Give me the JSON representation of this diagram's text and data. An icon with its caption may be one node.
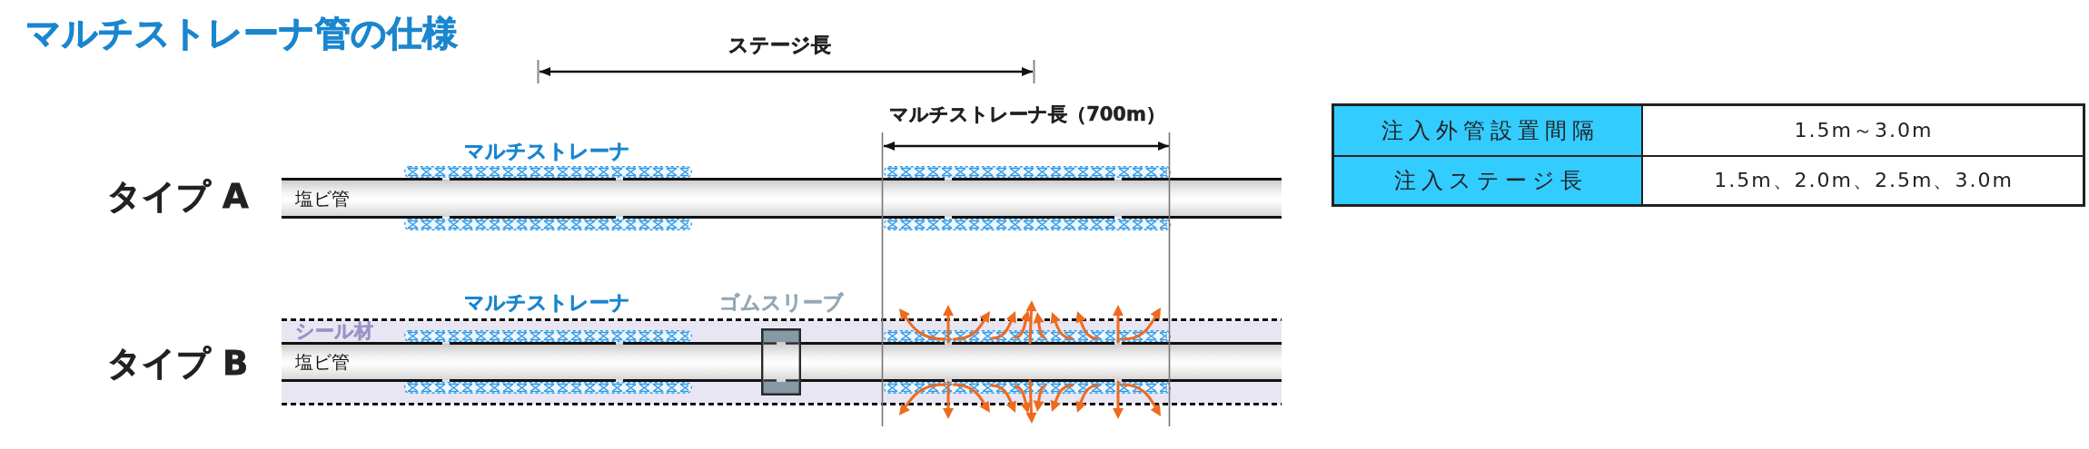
{
  "diagram": {
    "title": "マルチストレーナ管の仕様",
    "nodes": [
      {
        "text": [
          "塩ビ管"
        ]
      },
      {
        "text": [
          "シール材"
        ]
      },
      {
        "text": [
          "ゴムスリーブ"
        ],
        "in": 1
      },
      {
        "text": [
          "塩ビ管"
        ],
        "in": 1
      }
    ],
    "labels": [
      "ステージ長",
      "マルチストレーナ長（700m）",
      "マルチストレーナ",
      "タイプ A",
      "マルチストレーナ",
      "タイプ B",
      "注入外管設置間隔",
      "1.5m～3.0m",
      "注入ステージ長",
      "1.5m、2.0m、2.5m、3.0m"
    ]
  }
}
